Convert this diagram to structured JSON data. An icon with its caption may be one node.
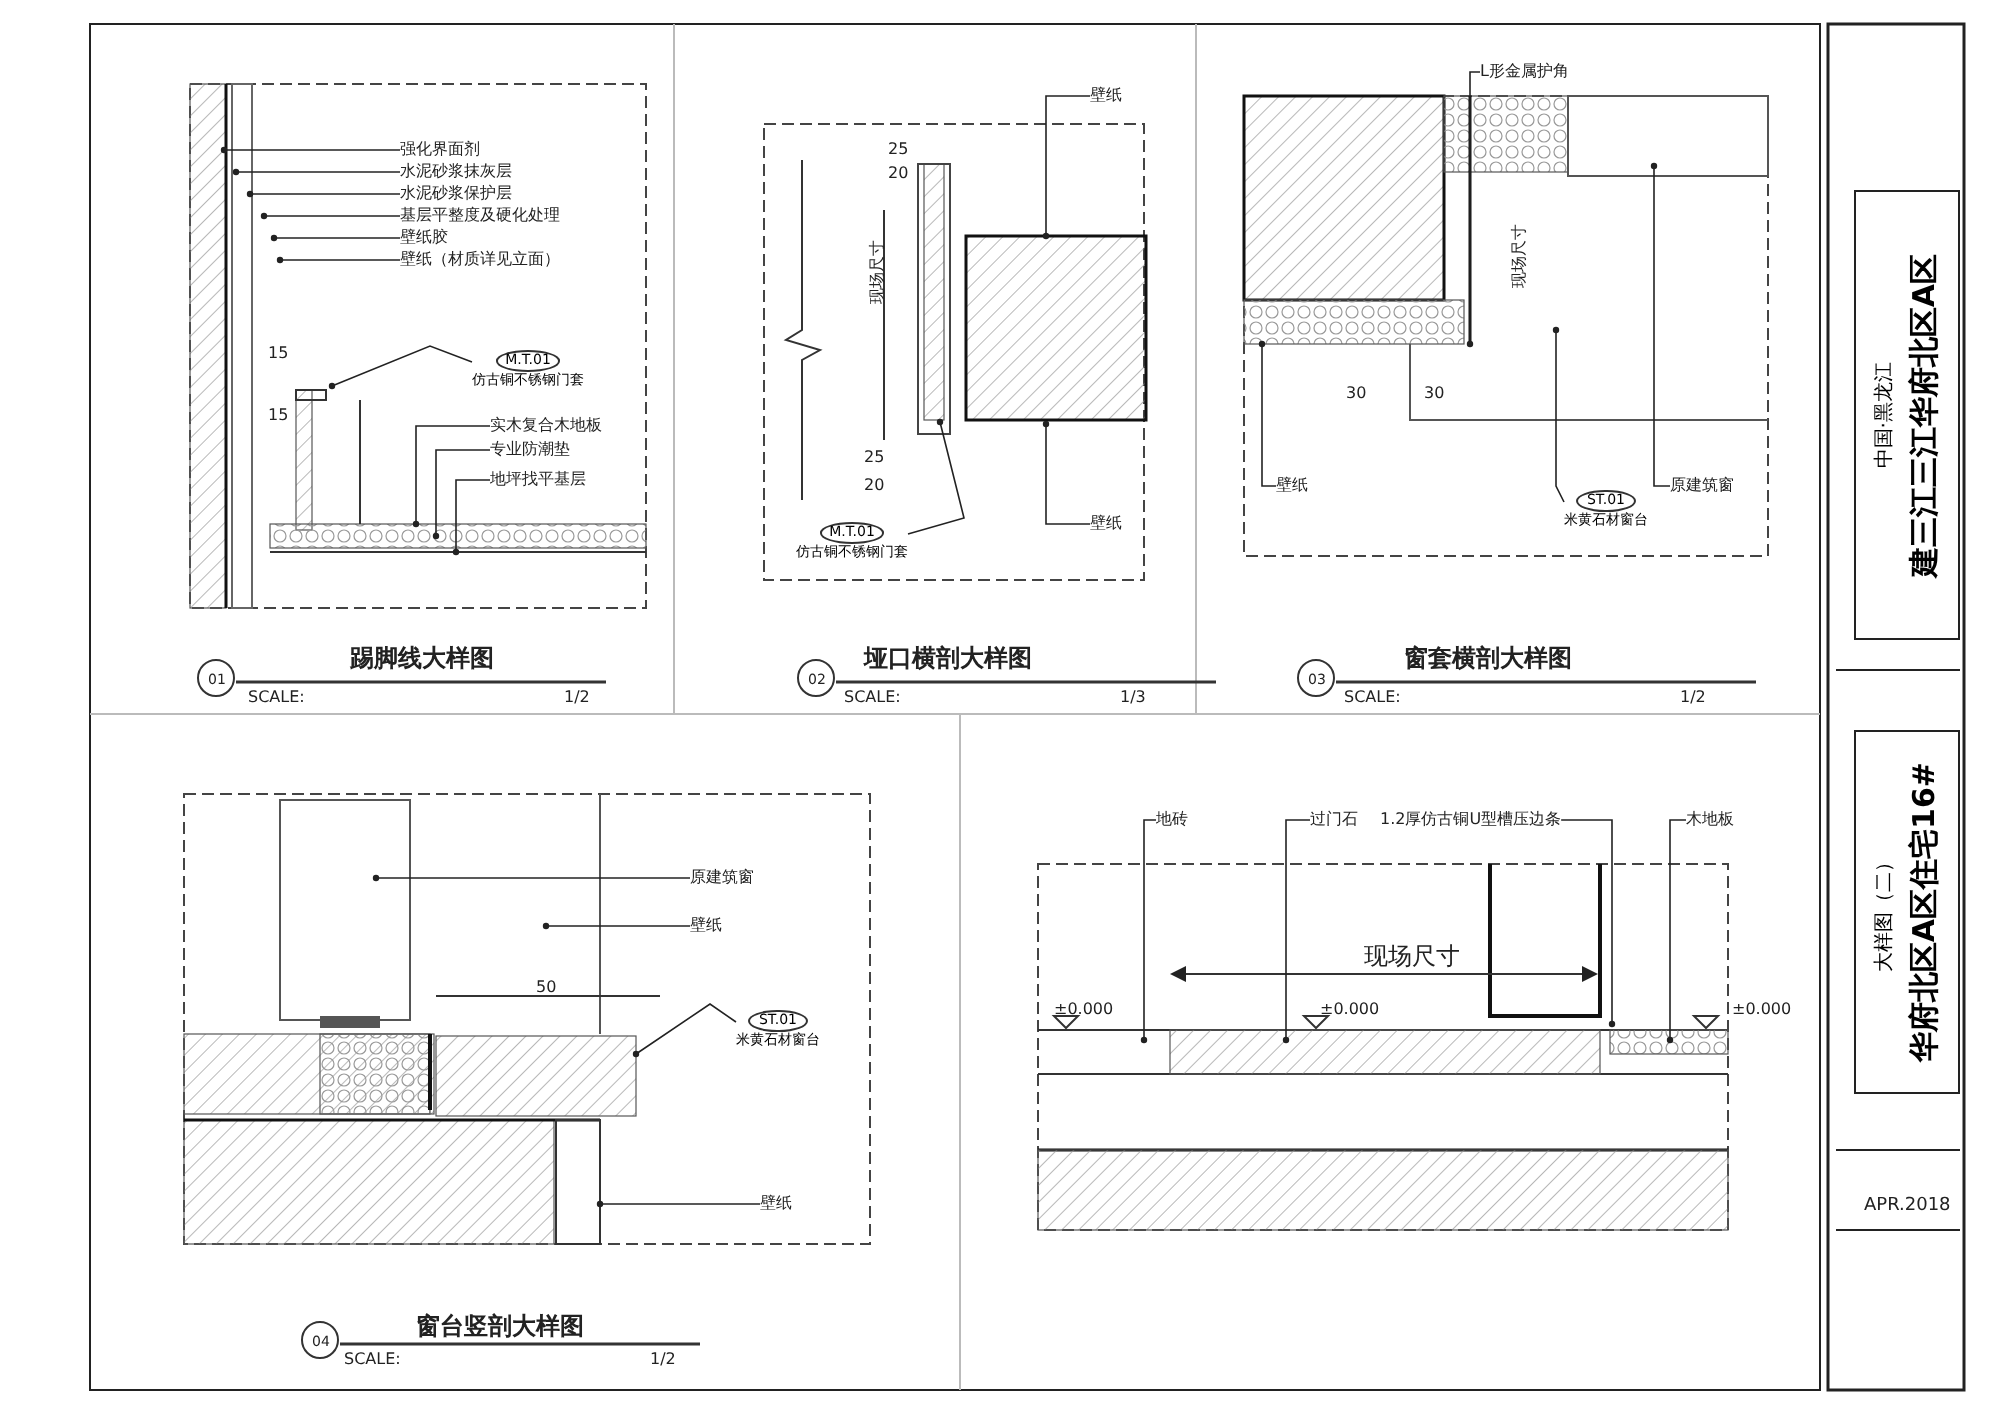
{
  "diagram": {
    "nodes": [
      {
        "text": [
          "踢脚线大样图"
        ]
      },
      {
        "text": [
          "强化界面剂"
        ],
        "in": 0
      },
      {
        "text": [
          "水泥砂浆抹灰层"
        ],
        "in": 0
      },
      {
        "text": [
          "水泥砂浆保护层"
        ],
        "in": 0
      },
      {
        "text": [
          "基层平整度及硬化处理"
        ],
        "in": 0
      },
      {
        "text": [
          "壁纸胶"
        ],
        "in": 0
      },
      {
        "text": [
          "壁纸（材质详见立面）"
        ],
        "in": 0
      },
      {
        "text": [
          "M.T.01",
          "仿古铜不锈钢门套"
        ],
        "in": 0
      },
      {
        "text": [
          "实木复合木地板"
        ],
        "in": 0
      },
      {
        "text": [
          "专业防潮垫"
        ],
        "in": 0
      },
      {
        "text": [
          "地坪找平基层"
        ],
        "in": 0
      },
      {
        "text": [
          "垭口横剖大样图"
        ]
      },
      {
        "text": [
          "壁纸"
        ],
        "in": 11
      },
      {
        "text": [
          "M.T.01",
          "仿古铜不锈钢门套"
        ],
        "in": 11
      },
      {
        "text": [
          "壁纸"
        ],
        "in": 11
      },
      {
        "text": [
          "窗套横剖大样图"
        ]
      },
      {
        "text": [
          "L形金属护角"
        ],
        "in": 15
      },
      {
        "text": [
          "壁纸"
        ],
        "in": 15
      },
      {
        "text": [
          "ST.01",
          "米黄石材窗台"
        ],
        "in": 15
      },
      {
        "text": [
          "原建筑窗"
        ],
        "in": 15
      },
      {
        "text": [
          "窗台竖剖大样图"
        ]
      },
      {
        "text": [
          "原建筑窗"
        ],
        "in": 20
      },
      {
        "text": [
          "壁纸"
        ],
        "in": 20
      },
      {
        "text": [
          "ST.01",
          "米黄石材窗台"
        ],
        "in": 20
      },
      {
        "text": [
          "壁纸"
        ],
        "in": 20
      },
      {
        "text": [
          "地砖"
        ]
      },
      {
        "text": [
          "过门石"
        ]
      },
      {
        "text": [
          "1.2厚仿古铜U型槽压边条"
        ]
      },
      {
        "text": [
          "木地板"
        ]
      },
      {
        "text": [
          "建三江三江华府北区A区",
          "中国·黑龙江"
        ]
      },
      {
        "text": [
          "华府北区A区住宅16#",
          "大样图（二）"
        ]
      }
    ],
    "edges": [
      {
        "from": 1,
        "to": null,
        "arrow": "other"
      },
      {
        "from": 2,
        "to": null,
        "arrow": "other"
      },
      {
        "from": 3,
        "to": null,
        "arrow": "other"
      },
      {
        "from": 4,
        "to": null,
        "arrow": "other"
      },
      {
        "from": 5,
        "to": null,
        "arrow": "other"
      },
      {
        "from": 6,
        "to": null,
        "arrow": "other"
      },
      {
        "from": 7,
        "to": null,
        "arrow": "other"
      },
      {
        "from": 8,
        "to": null,
        "arrow": "other"
      },
      {
        "from": 9,
        "to": null,
        "arrow": "other"
      },
      {
        "from": 10,
        "to": null,
        "arrow": "other"
      },
      {
        "from": 12,
        "to": null,
        "arrow": "other"
      },
      {
        "from": 13,
        "to": null,
        "arrow": "other"
      },
      {
        "from": 14,
        "to": null,
        "arrow": "other"
      },
      {
        "from": 16,
        "to": null,
        "arrow": "other"
      },
      {
        "from": 17,
        "to": null,
        "arrow": "other"
      },
      {
        "from": 18,
        "to": null,
        "arrow": "other"
      },
      {
        "from": 19,
        "to": null,
        "arrow": "other"
      },
      {
        "from": 21,
        "to": null,
        "arrow": "other"
      },
      {
        "from": 22,
        "to": null,
        "arrow": "other"
      },
      {
        "from": 23,
        "to": null,
        "arrow": "other"
      },
      {
        "from": 24,
        "to": null,
        "arrow": "other"
      },
      {
        "from": 25,
        "to": null,
        "arrow": "other"
      },
      {
        "from": 26,
        "to": null,
        "arrow": "other"
      },
      {
        "from": 27,
        "to": null,
        "arrow": "other"
      },
      {
        "from": 28,
        "to": null,
        "arrow": "other"
      }
    ],
    "labels": [
      "15",
      "15",
      "01",
      "SCALE:",
      "1/2",
      "25",
      "20",
      "现场尺寸",
      "25",
      "20",
      "02",
      "SCALE:",
      "1/3",
      "现场尺寸",
      "30",
      "30",
      "03",
      "SCALE:",
      "1/2",
      "50",
      "04",
      "SCALE:",
      "1/2",
      "现场尺寸",
      "±0.000",
      "±0.000",
      "±0.000",
      "APR.2018"
    ]
  }
}
